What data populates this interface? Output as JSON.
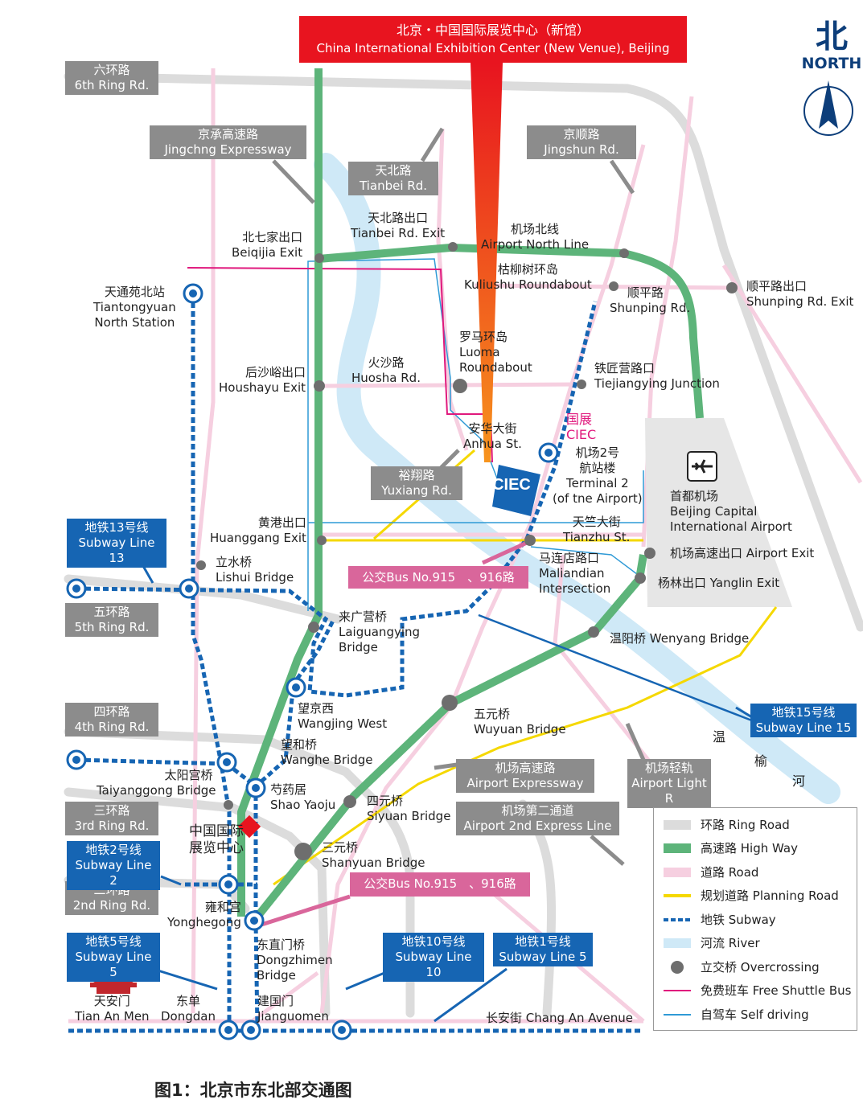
{
  "banner": {
    "cn": "北京・中国国际展览中心（新馆）",
    "en": "China International Exhibition Center (New Venue), Beijing"
  },
  "compass": {
    "cn": "北",
    "en": "NORTH"
  },
  "roads": {
    "ring6": {
      "cn": "六环路",
      "en": "6th Ring Rd."
    },
    "jingcheng": {
      "cn": "京承高速路",
      "en": "Jingchng Expressway"
    },
    "tianbei": {
      "cn": "天北路",
      "en": "Tianbei Rd."
    },
    "jingshun": {
      "cn": "京顺路",
      "en": "Jingshun Rd."
    },
    "ring5": {
      "cn": "五环路",
      "en": "5th Ring Rd."
    },
    "ring4": {
      "cn": "四环路",
      "en": "4th Ring Rd."
    },
    "ring3": {
      "cn": "三环路",
      "en": "3rd Ring Rd."
    },
    "ring2": {
      "cn": "二环路",
      "en": "2nd Ring Rd."
    },
    "yuxiang": {
      "cn": "裕翔路",
      "en": "Yuxiang Rd."
    },
    "airport_expressway": {
      "cn": "机场高速路",
      "en": "Airport Expressway"
    },
    "airport_light": {
      "cn": "机场轻轨",
      "en": "Airport Light R"
    },
    "airport_2nd": {
      "cn": "机场第二通道",
      "en": "Airport 2nd Express Line"
    }
  },
  "subways": {
    "line13": {
      "cn": "地铁13号线",
      "en": "Subway Line 13"
    },
    "line15": {
      "cn": "地铁15号线",
      "en": "Subway Line 15"
    },
    "line2": {
      "cn": "地铁2号线",
      "en": "Subway Line 2"
    },
    "line5": {
      "cn": "地铁5号线",
      "en": "Subway Line 5"
    },
    "line10": {
      "cn": "地铁10号线",
      "en": "Subway Line 10"
    },
    "line1": {
      "cn": "地铁1号线",
      "en": "Subway Line 5"
    }
  },
  "bus": {
    "top": "公交Bus No.915　、916路",
    "bottom": "公交Bus No.915　、916路"
  },
  "places": {
    "tianbei_exit": {
      "cn": "天北路出口",
      "en": "Tianbei Rd. Exit"
    },
    "airport_north": {
      "cn": "机场北线",
      "en": "Airport North Line"
    },
    "beiqijia": {
      "cn": "北七家出口",
      "en": "Beiqijia Exit"
    },
    "kuliushu": {
      "cn": "枯柳树环岛",
      "en": "Kuliushu Roundabout"
    },
    "shunping": {
      "cn": "顺平路",
      "en": "Shunping Rd."
    },
    "shunping_exit": {
      "cn": "顺平路出口",
      "en": "Shunping Rd. Exit"
    },
    "tiantongyuan": {
      "cn": "天通苑北站",
      "en1": "Tiantongyuan",
      "en2": "North Station"
    },
    "luoma": {
      "cn": "罗马环岛",
      "en1": "Luoma",
      "en2": "Roundabout"
    },
    "huosha": {
      "cn": "火沙路",
      "en": "Huosha Rd."
    },
    "houshayu": {
      "cn": "后沙峪出口",
      "en": "Houshayu Exit"
    },
    "tiejiangying": {
      "cn": "铁匠营路口",
      "en": "Tiejiangying Junction"
    },
    "anhua": {
      "cn": "安华大街",
      "en": "Anhua St."
    },
    "ciec_label": {
      "cn": "国展",
      "en": "CIEC"
    },
    "ciec_mark": "CIEC",
    "terminal2": {
      "cn1": "机场2号",
      "cn2": "航站楼",
      "en1": "Terminal 2",
      "en2": "(of tne Airport)"
    },
    "capital_airport": {
      "cn": "首都机场",
      "en1": "Beijing Capital",
      "en2": "International Airport"
    },
    "huanggang": {
      "cn": "黄港出口",
      "en": "Huanggang Exit"
    },
    "tianzhu": {
      "cn": "天竺大街",
      "en": "Tianzhu St."
    },
    "airport_exit": {
      "cn": "机场高速出口",
      "en": "Airport Exit"
    },
    "lishui": {
      "cn": "立水桥",
      "en": "Lishui Bridge"
    },
    "maliandian": {
      "cn": "马连店路口",
      "en1": "Maliandian",
      "en2": "Intersection"
    },
    "yanglin": {
      "cn": "杨林出口",
      "en": "Yanglin Exit"
    },
    "laiguangying": {
      "cn": "来广营桥",
      "en1": "Laiguangying",
      "en2": "Bridge"
    },
    "wenyang": {
      "cn": "温阳桥",
      "en": "Wenyang Bridge"
    },
    "wangjing_west": {
      "cn": "望京西",
      "en": "Wangjing West"
    },
    "wuyuan": {
      "cn": "五元桥",
      "en": "Wuyuan Bridge"
    },
    "wanghe": {
      "cn": "望和桥",
      "en": "Wanghe Bridge"
    },
    "taiyanggong": {
      "cn": "太阳宫桥",
      "en": "Taiyanggong Bridge"
    },
    "shaoyaoju": {
      "cn": "芍药居",
      "en": "Shao Yaoju"
    },
    "siyuan": {
      "cn": "四元桥",
      "en": "Siyuan Bridge"
    },
    "old_ciec": {
      "cn1": "中国国际",
      "cn2": "展览中心"
    },
    "sanyuan": {
      "cn": "三元桥",
      "en": "Shanyuan Bridge"
    },
    "yonghegong": {
      "cn": "雍和宫",
      "en": "Yonghegong"
    },
    "dongzhimen": {
      "cn": "东直门桥",
      "en1": "Dongzhimen",
      "en2": "Bridge"
    },
    "tiananmen": {
      "cn": "天安门",
      "en": "Tian An Men"
    },
    "dongdan": {
      "cn": "东单",
      "en": "Dongdan"
    },
    "jianguomen": {
      "cn": "建国门",
      "en": "Jianguomen"
    },
    "changan": {
      "cn": "长安街",
      "en": "Chang An Avenue"
    }
  },
  "river": {
    "c1": "温",
    "c2": "榆",
    "c3": "河"
  },
  "legend": [
    {
      "cn": "环路",
      "en": "Ring Road",
      "kind": "ring"
    },
    {
      "cn": "高速路",
      "en": "High Way",
      "kind": "highway"
    },
    {
      "cn": "道路",
      "en": "Road",
      "kind": "road"
    },
    {
      "cn": "规划道路",
      "en": "Planning Road",
      "kind": "planning"
    },
    {
      "cn": "地铁",
      "en": "Subway",
      "kind": "subway"
    },
    {
      "cn": "河流",
      "en": "River",
      "kind": "river"
    },
    {
      "cn": "立交桥",
      "en": "Overcrossing",
      "kind": "overcross"
    },
    {
      "cn": "免费班车",
      "en": "Free Shuttle Bus",
      "kind": "shuttle"
    },
    {
      "cn": "自驾车",
      "en": "Self driving",
      "kind": "self"
    }
  ],
  "legend_text": {
    "l0": "环路 Ring Road",
    "l1": "高速路 High Way",
    "l2": "道路 Road",
    "l3": "规划道路 Planning Road",
    "l4": "地铁 Subway",
    "l5": "河流 River",
    "l6": "立交桥 Overcrossing",
    "l7": "免费班车 Free Shuttle Bus",
    "l8": "自驾车 Self driving"
  },
  "caption": "图1：北京市东北部交通图",
  "colors": {
    "ring": "#dcdcdc",
    "highway": "#5db47a",
    "road": "#f6cfe0",
    "planning": "#f5d800",
    "subway": "#1665b3",
    "river": "#cfe9f7",
    "overcross": "#6e6e6e",
    "shuttle": "#e0197d",
    "self": "#2f9ad6",
    "banner": "#e8141f",
    "ciec": "#1665b3"
  }
}
